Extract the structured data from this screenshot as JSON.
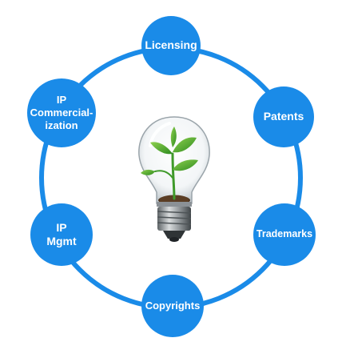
{
  "diagram": {
    "accent_color": "#1a8be8",
    "center_icon": "lightbulb-with-seedling-icon",
    "nodes": [
      {
        "id": "licensing",
        "label": "Licensing"
      },
      {
        "id": "patents",
        "label": "Patents"
      },
      {
        "id": "trademarks",
        "label": "Trademarks"
      },
      {
        "id": "copyrights",
        "label": "Copyrights"
      },
      {
        "id": "ip-mgmt",
        "label": "IP\nMgmt"
      },
      {
        "id": "ip-commercialization",
        "label": "IP\nCommercial-\nization"
      }
    ]
  }
}
